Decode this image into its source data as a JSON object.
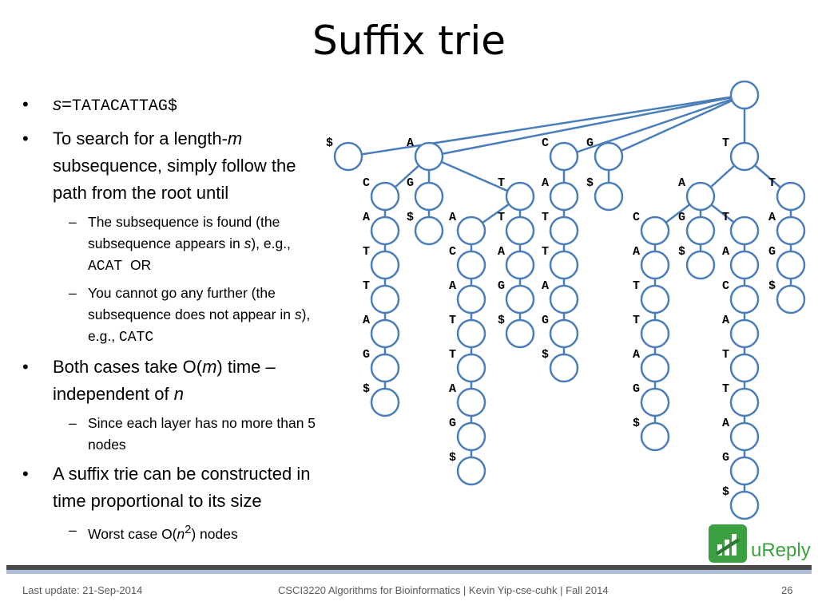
{
  "slide": {
    "title": "Suffix trie",
    "footer": {
      "left": "Last update: 21-Sep-2014",
      "center": "CSCI3220 Algorithms for Bioinformatics |  Kevin Yip-cse-cuhk | Fall 2014",
      "page": "26"
    },
    "logo_text": "uReply"
  },
  "bullets": {
    "b1_s": "s",
    "b1_eq": "=",
    "b1_string": "TATACATTAG$",
    "b2_a": "To search for a length-",
    "b2_m": "m",
    "b2_b": " subsequence, simply follow the path from the root until",
    "b2_sub1_a": "The subsequence is found (the subsequence appears in ",
    "b2_sub1_s": "s",
    "b2_sub1_b": "), e.g., ",
    "b2_sub1_code": "ACAT",
    "b2_sub1_c": "  OR",
    "b2_sub2_a": "You cannot go any further (the subsequence does not appear in ",
    "b2_sub2_s": "s",
    "b2_sub2_b": "), e.g., ",
    "b2_sub2_code": "CATC",
    "b3_a": "Both cases take O(",
    "b3_m": "m",
    "b3_b": ") time – independent of ",
    "b3_n": "n",
    "b3_sub1": "Since each layer has no more than 5 nodes",
    "b4": "A suffix trie can be constructed in time proportional to its size",
    "b4_sub1_a": "Worst case O(",
    "b4_sub1_n": "n",
    "b4_sub1_sup": "2",
    "b4_sub1_b": ") nodes"
  },
  "trie": {
    "edges": [
      [
        "root",
        "$"
      ],
      [
        "root",
        "A"
      ],
      [
        "A",
        "AC"
      ],
      [
        "AC",
        "ACA"
      ],
      [
        "ACA",
        "ACAT"
      ],
      [
        "ACAT",
        "ACATT"
      ],
      [
        "ACATT",
        "ACATTA"
      ],
      [
        "ACATTA",
        "ACATTAG"
      ],
      [
        "ACATTAG",
        "ACATTAG$"
      ],
      [
        "A",
        "AG"
      ],
      [
        "AG",
        "AG$"
      ],
      [
        "A",
        "AT"
      ],
      [
        "AT",
        "ATA"
      ],
      [
        "ATA",
        "ATAC"
      ],
      [
        "ATAC",
        "ATACA"
      ],
      [
        "ATACA",
        "ATACAT"
      ],
      [
        "ATACAT",
        "ATACATT"
      ],
      [
        "ATACATT",
        "ATACATTA"
      ],
      [
        "ATACATTA",
        "ATACATTAG"
      ],
      [
        "ATACATTAG",
        "ATACATTAG$"
      ],
      [
        "AT",
        "ATT"
      ],
      [
        "ATT",
        "ATTA"
      ],
      [
        "ATTA",
        "ATTAG"
      ],
      [
        "ATTAG",
        "ATTAG$"
      ],
      [
        "root",
        "C"
      ],
      [
        "C",
        "CA"
      ],
      [
        "CA",
        "CAT"
      ],
      [
        "CAT",
        "CATT"
      ],
      [
        "CATT",
        "CATTA"
      ],
      [
        "CATTA",
        "CATTAG"
      ],
      [
        "CATTAG",
        "CATTAG$"
      ],
      [
        "root",
        "G"
      ],
      [
        "G",
        "G$"
      ],
      [
        "root",
        "T"
      ],
      [
        "T",
        "TA"
      ],
      [
        "TA",
        "TAC"
      ],
      [
        "TAC",
        "TACA"
      ],
      [
        "TACA",
        "TACAT"
      ],
      [
        "TACAT",
        "TACATT"
      ],
      [
        "TACATT",
        "TACATTA"
      ],
      [
        "TACATTA",
        "TACATTAG"
      ],
      [
        "TACATTAG",
        "TACATTAG$"
      ],
      [
        "TA",
        "TAG"
      ],
      [
        "TAG",
        "TAG$"
      ],
      [
        "TA",
        "TAT"
      ],
      [
        "TAT",
        "TATA"
      ],
      [
        "TATA",
        "TATAC"
      ],
      [
        "TATAC",
        "TATACA"
      ],
      [
        "TATACA",
        "TATACAT"
      ],
      [
        "TATACAT",
        "TATACATT"
      ],
      [
        "TATACATT",
        "TATACATTA"
      ],
      [
        "TATACATTA",
        "TATACATTAG"
      ],
      [
        "TATACATTAG",
        "TATACATTAG$"
      ],
      [
        "T",
        "TT"
      ],
      [
        "TT",
        "TTA"
      ],
      [
        "TTA",
        "TTAG"
      ],
      [
        "TTAG",
        "TTAG$"
      ]
    ],
    "nodes": [
      {
        "id": "root",
        "label": ""
      },
      {
        "id": "$",
        "label": "$"
      },
      {
        "id": "A",
        "label": "A"
      },
      {
        "id": "AC",
        "label": "C"
      },
      {
        "id": "ACA",
        "label": "A"
      },
      {
        "id": "ACAT",
        "label": "T"
      },
      {
        "id": "ACATT",
        "label": "T"
      },
      {
        "id": "ACATTA",
        "label": "A"
      },
      {
        "id": "ACATTAG",
        "label": "G"
      },
      {
        "id": "ACATTAG$",
        "label": "$"
      },
      {
        "id": "AG",
        "label": "G"
      },
      {
        "id": "AG$",
        "label": "$"
      },
      {
        "id": "AT",
        "label": "T"
      },
      {
        "id": "ATA",
        "label": "A"
      },
      {
        "id": "ATAC",
        "label": "C"
      },
      {
        "id": "ATACA",
        "label": "A"
      },
      {
        "id": "ATACAT",
        "label": "T"
      },
      {
        "id": "ATACATT",
        "label": "T"
      },
      {
        "id": "ATACATTA",
        "label": "A"
      },
      {
        "id": "ATACATTAG",
        "label": "G"
      },
      {
        "id": "ATACATTAG$",
        "label": "$"
      },
      {
        "id": "ATT",
        "label": "T"
      },
      {
        "id": "ATTA",
        "label": "A"
      },
      {
        "id": "ATTAG",
        "label": "G"
      },
      {
        "id": "ATTAG$",
        "label": "$"
      },
      {
        "id": "C",
        "label": "C"
      },
      {
        "id": "CA",
        "label": "A"
      },
      {
        "id": "CAT",
        "label": "T"
      },
      {
        "id": "CATT",
        "label": "T"
      },
      {
        "id": "CATTA",
        "label": "A"
      },
      {
        "id": "CATTAG",
        "label": "G"
      },
      {
        "id": "CATTAG$",
        "label": "$"
      },
      {
        "id": "G",
        "label": "G"
      },
      {
        "id": "G$",
        "label": "$"
      },
      {
        "id": "T",
        "label": "T"
      },
      {
        "id": "TA",
        "label": "A"
      },
      {
        "id": "TAC",
        "label": "C"
      },
      {
        "id": "TACA",
        "label": "A"
      },
      {
        "id": "TACAT",
        "label": "T"
      },
      {
        "id": "TACATT",
        "label": "T"
      },
      {
        "id": "TACATTA",
        "label": "A"
      },
      {
        "id": "TACATTAG",
        "label": "G"
      },
      {
        "id": "TACATTAG$",
        "label": "$"
      },
      {
        "id": "TAG",
        "label": "G"
      },
      {
        "id": "TAG$",
        "label": "$"
      },
      {
        "id": "TAT",
        "label": "T"
      },
      {
        "id": "TATA",
        "label": "A"
      },
      {
        "id": "TATAC",
        "label": "C"
      },
      {
        "id": "TATACA",
        "label": "A"
      },
      {
        "id": "TATACAT",
        "label": "T"
      },
      {
        "id": "TATACATT",
        "label": "T"
      },
      {
        "id": "TATACATTA",
        "label": "A"
      },
      {
        "id": "TATACATTAG",
        "label": "G"
      },
      {
        "id": "TATACATTAG$",
        "label": "$"
      },
      {
        "id": "TT",
        "label": "T"
      },
      {
        "id": "TTA",
        "label": "A"
      },
      {
        "id": "TTAG",
        "label": "G"
      },
      {
        "id": "TTAG$",
        "label": "$"
      }
    ]
  },
  "colors": {
    "node_stroke": "#4a7ebb",
    "edge": "#4a7ebb",
    "logo_green": "#3aa040"
  }
}
